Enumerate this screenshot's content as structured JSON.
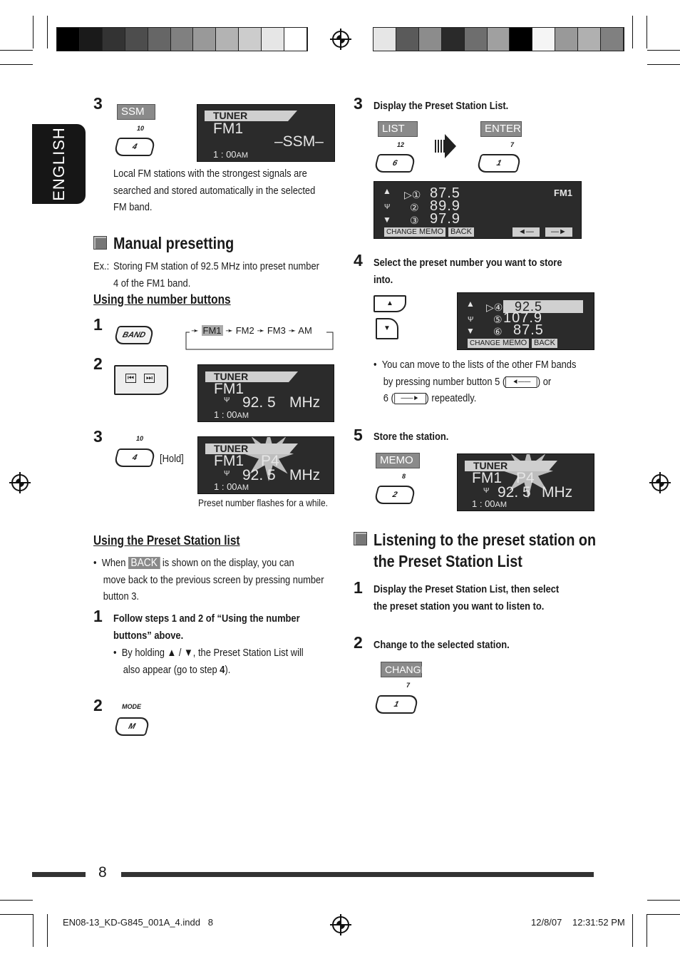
{
  "language_tab": "ENGLISH",
  "page_number": "8",
  "footer": {
    "file": "EN08-13_KD-G845_001A_4.indd   8",
    "date": "12/8/07",
    "time": "12:31:52 PM"
  },
  "colors": {
    "bar_left": [
      "#000000",
      "#1a1a1a",
      "#333333",
      "#4d4d4d",
      "#666666",
      "#808080",
      "#999999",
      "#b3b3b3",
      "#cccccc",
      "#e6e6e6",
      "#ffffff"
    ],
    "bar_right": [
      "#e6e6e6",
      "#5a5a5a",
      "#8c8c8c",
      "#2a2a2a",
      "#6e6e6e",
      "#a0a0a0",
      "#000000",
      "#f5f5f5",
      "#999999",
      "#b0b0b0",
      "#808080"
    ]
  },
  "left": {
    "ssm_step": {
      "num": "3",
      "label": "SSM",
      "btn_no": "10",
      "btn": "4",
      "lcd": {
        "tuner": "TUNER",
        "band": "FM1",
        "mode": "–SSM–",
        "clock": "1 : 00",
        "am": "AM"
      },
      "desc": [
        "Local FM stations with the strongest signals are",
        "searched and stored automatically in the selected",
        "FM band."
      ]
    },
    "manual": {
      "title": "Manual presetting",
      "ex_label": "Ex.:",
      "ex": [
        "Storing FM station of 92.5 MHz into preset number",
        "4 of the FM1 band."
      ]
    },
    "number_buttons": {
      "title": "Using the number buttons",
      "s1": {
        "num": "1",
        "btn": "BAND",
        "flow": [
          "FM1",
          "FM2",
          "FM3",
          "AM"
        ]
      },
      "s2": {
        "num": "2",
        "lcd": {
          "tuner": "TUNER",
          "band": "FM1",
          "freq": "92. 5",
          "unit": "MHz",
          "clock": "1 : 00",
          "am": "AM"
        }
      },
      "s3": {
        "num": "3",
        "btn_no": "10",
        "btn": "4",
        "hold": "[Hold]",
        "lcd": {
          "tuner": "TUNER",
          "band": "FM1",
          "preset": "P4",
          "freq": "92. 5",
          "unit": "MHz",
          "clock": "1 : 00",
          "am": "AM"
        },
        "caption": "Preset number flashes for a while."
      }
    },
    "preset_list": {
      "title": "Using the Preset Station list",
      "bullet1_a": "When",
      "back_label": "BACK",
      "bullet1_b": "is shown on the display, you can",
      "bullet1_c": "move back to the previous screen by pressing number",
      "bullet1_d": "button 3.",
      "s1": {
        "num": "1",
        "text": [
          "Follow steps 1 and 2 of “Using the number",
          "buttons” above."
        ],
        "bullet_a": "By holding ▲ / ▼, the Preset Station List will",
        "bullet_b": "also appear (go to step ",
        "bullet_b_bold": "4",
        "bullet_b_end": ")."
      },
      "s2": {
        "num": "2",
        "mode_label": "MODE",
        "btn": "M"
      }
    }
  },
  "right": {
    "s3": {
      "num": "3",
      "text": "Display the Preset Station List.",
      "list_label": "LIST",
      "list_no": "12",
      "list_btn": "6",
      "enter_label": "ENTER",
      "enter_no": "7",
      "enter_btn": "1",
      "lcd": {
        "band": "FM1",
        "rows": [
          {
            "mark": "▷①",
            "freq": "87.5"
          },
          {
            "mark": "②",
            "freq": "89.9"
          },
          {
            "mark": "③",
            "freq": "97.9"
          }
        ],
        "softkeys": [
          "CHANGE",
          "MEMO",
          "BACK"
        ]
      }
    },
    "s4": {
      "num": "4",
      "text": [
        "Select the preset number you want to store",
        "into."
      ],
      "lcd": {
        "rows": [
          {
            "mark": "▷④",
            "freq": "92.5"
          },
          {
            "mark": "⑤",
            "freq": "107.9"
          },
          {
            "mark": "⑥",
            "freq": "87.5"
          }
        ],
        "softkeys": [
          "CHANGE",
          "MEMO",
          "BACK"
        ]
      },
      "bullet": [
        "You can move to the lists of the other FM bands",
        "by pressing number button 5 (",
        ") or",
        "6 (",
        ") repeatedly."
      ]
    },
    "s5": {
      "num": "5",
      "text": "Store the station.",
      "memo_label": "MEMO",
      "memo_no": "8",
      "memo_btn": "2",
      "lcd": {
        "tuner": "TUNER",
        "band": "FM1",
        "preset": "P4",
        "freq": "92. 5",
        "unit": "MHz",
        "clock": "1 : 00",
        "am": "AM"
      }
    },
    "listening": {
      "title": [
        "Listening to the preset station on",
        "the Preset Station List"
      ],
      "s1": {
        "num": "1",
        "text": [
          "Display the Preset Station List, then select",
          "the preset station you want to listen to."
        ]
      },
      "s2": {
        "num": "2",
        "text": "Change to the selected station.",
        "change_label": "CHANGE",
        "change_no": "7",
        "change_btn": "1"
      }
    }
  }
}
